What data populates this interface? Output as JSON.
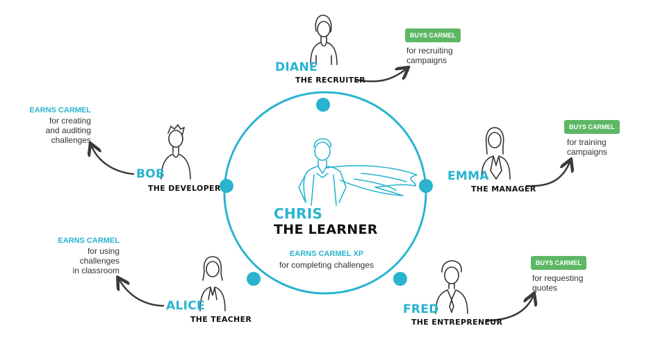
{
  "colors": {
    "accent": "#29b3cf",
    "badge": "#5db765",
    "ink": "#3a3a3a"
  },
  "center": {
    "name": "CHRIS",
    "role": "THE LEARNER",
    "earn_title": "EARNS CARMEL XP",
    "earn_desc": "for completing challenges",
    "icon": "superhero-icon"
  },
  "personas": {
    "diane": {
      "name": "DIANE",
      "role": "THE RECRUITER",
      "badge": "BUYS CARMEL",
      "desc": [
        "for recruiting",
        "campaigns"
      ],
      "icon": "woman-avatar-icon"
    },
    "emma": {
      "name": "EMMA",
      "role": "THE MANAGER",
      "badge": "BUYS CARMEL",
      "desc": [
        "for training",
        "campaigns"
      ],
      "icon": "businesswoman-avatar-icon"
    },
    "fred": {
      "name": "FRED",
      "role": "THE ENTREPRENEUR",
      "badge": "BUYS CARMEL",
      "desc": [
        "for requesting",
        "quotes"
      ],
      "icon": "businessman-avatar-icon"
    },
    "bob": {
      "name": "BOB",
      "role": "THE DEVELOPER",
      "earn": "EARNS CARMEL",
      "desc": [
        "for creating",
        "and auditing",
        "challenges"
      ],
      "icon": "developer-avatar-icon"
    },
    "alice": {
      "name": "ALICE",
      "role": "THE TEACHER",
      "earn": "EARNS CARMEL",
      "desc": [
        "for using",
        "challenges",
        "in classroom"
      ],
      "icon": "teacher-avatar-icon"
    }
  }
}
